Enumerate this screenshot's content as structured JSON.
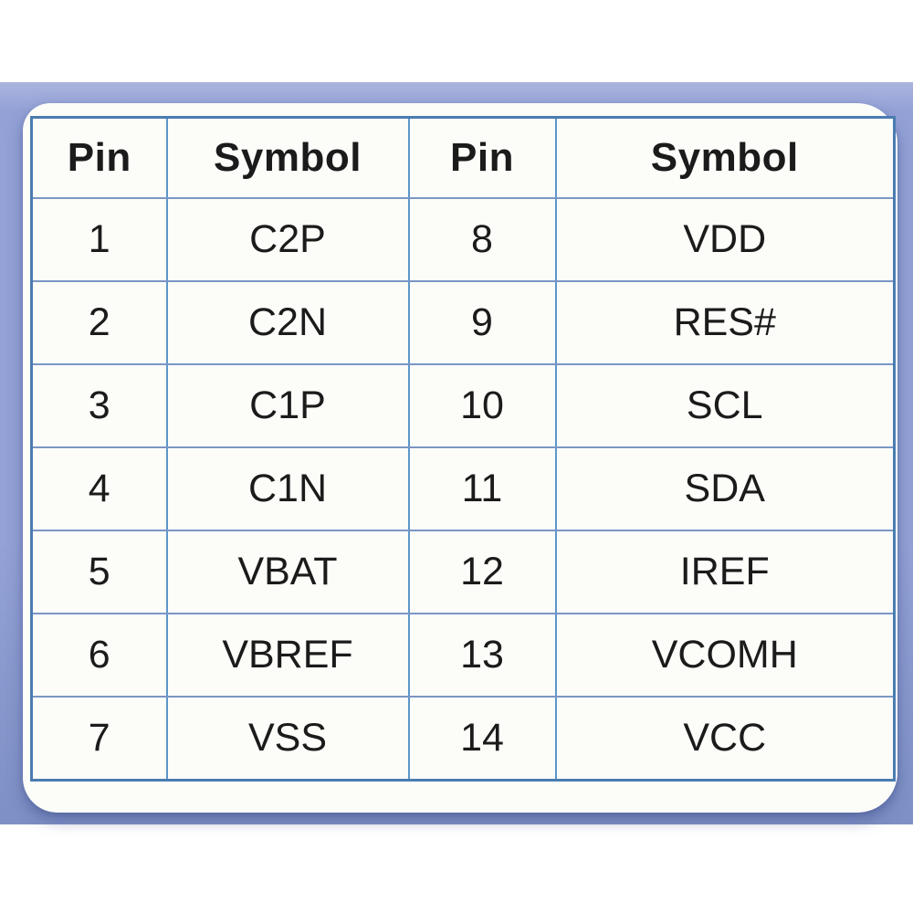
{
  "page": {
    "background_color": "#ffffff"
  },
  "band": {
    "color_top": "#aab4de",
    "color_main": "#93a1d6",
    "color_bottom": "#7e90c6"
  },
  "card": {
    "background_color": "#fcfcf9"
  },
  "table": {
    "outer_border_color": "#4a7cb0",
    "horizontal_line_color": "#7a96c4",
    "vertical_line_color": "#5b97cb",
    "text_color": "#1b1b1b",
    "headers": [
      "Pin",
      "Symbol",
      "Pin",
      "Symbol"
    ],
    "rows": [
      [
        "1",
        "C2P",
        "8",
        "VDD"
      ],
      [
        "2",
        "C2N",
        "9",
        "RES#"
      ],
      [
        "3",
        "C1P",
        "10",
        "SCL"
      ],
      [
        "4",
        "C1N",
        "11",
        "SDA"
      ],
      [
        "5",
        "VBAT",
        "12",
        "IREF"
      ],
      [
        "6",
        "VBREF",
        "13",
        "VCOMH"
      ],
      [
        "7",
        "VSS",
        "14",
        "VCC"
      ]
    ]
  }
}
